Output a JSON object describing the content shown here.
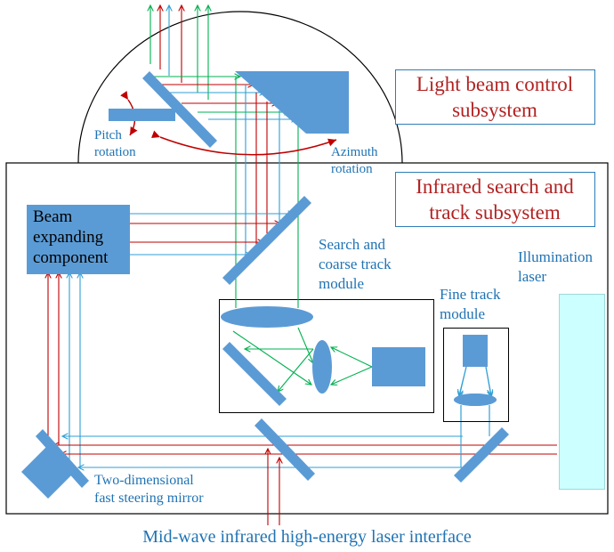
{
  "colors": {
    "component_fill": "#5b9bd5",
    "ray_red": "#c00000",
    "ray_green": "#00b050",
    "ray_blue": "#2e9fd6",
    "laser_fill": "#ccffff",
    "label_blue": "#1f73b4",
    "label_red": "#b22222"
  },
  "labels": {
    "light_beam_control": "Light beam control\nsubsystem",
    "infrared_search_track": "Infrared search and\ntrack subsystem",
    "beam_expanding": "Beam\nexpanding\ncomponent",
    "pitch_rotation": "Pitch\nrotation",
    "azimuth_rotation": "Azimuth\nrotation",
    "search_coarse_track": "Search and\ncoarse track\nmodule",
    "fine_track": "Fine track\nmodule",
    "illumination_laser": "Illumination\nlaser",
    "fast_steering_mirror": "Two-dimensional\nfast steering mirror",
    "mwir_interface": "Mid-wave infrared high-energy laser interface"
  }
}
